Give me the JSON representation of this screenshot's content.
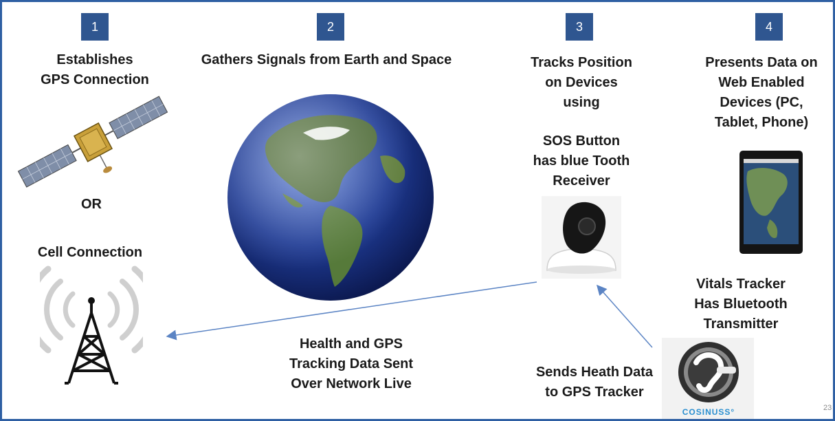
{
  "steps": [
    {
      "number": "1",
      "title": "Establishes\nGPS Connection"
    },
    {
      "number": "2",
      "title": "Gathers Signals from Earth and Space"
    },
    {
      "number": "3",
      "title": "Tracks Position\non Devices\nusing"
    },
    {
      "number": "4",
      "title": "Presents Data on\nWeb Enabled\nDevices (PC,\nTablet, Phone)"
    }
  ],
  "labels": {
    "or": "OR",
    "cell_connection": "Cell Connection",
    "sos_button": "SOS Button\nhas blue Tooth\nReceiver",
    "vitals_tracker": "Vitals Tracker\nHas Bluetooth\nTransmitter",
    "health_data": "Health and GPS\nTracking Data Sent\nOver Network Live",
    "sends_heath": "Sends Heath Data\nto GPS Tracker",
    "brand": "COSINUSS°",
    "page_number": "23"
  },
  "colors": {
    "badge": "#2f5690",
    "border": "#2e5fa3",
    "arrow": "#5b84c4"
  }
}
